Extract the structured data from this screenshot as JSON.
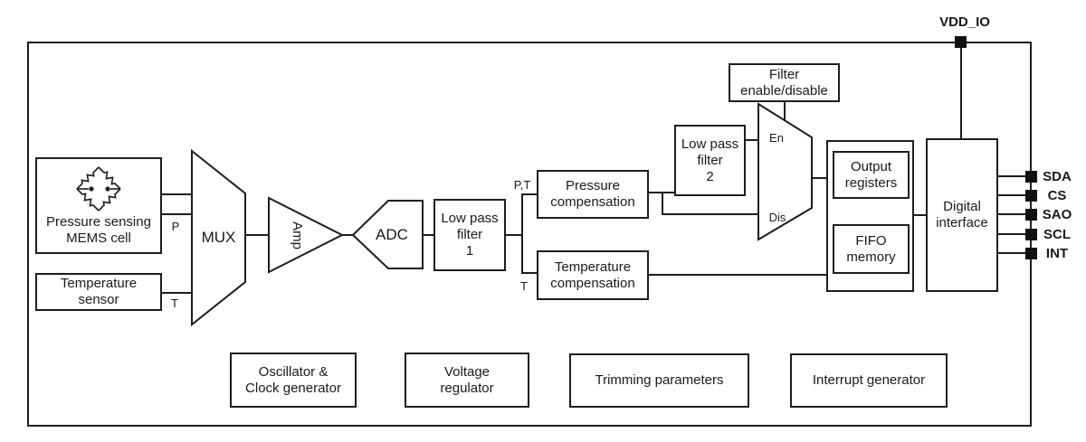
{
  "power": {
    "label": "VDD_IO"
  },
  "pins": [
    {
      "label": "SDA"
    },
    {
      "label": "CS"
    },
    {
      "label": "SAO"
    },
    {
      "label": "SCL"
    },
    {
      "label": "INT"
    }
  ],
  "signals": {
    "p": "P",
    "t": "T",
    "pt": "P,T",
    "t_branch": "T",
    "en": "En",
    "dis": "Dis"
  },
  "blocks": {
    "mems_cell": {
      "lines": [
        "Pressure sensing",
        "MEMS cell"
      ]
    },
    "temp_sensor": {
      "lines": [
        "Temperature",
        "sensor"
      ]
    },
    "mux": {
      "label": "MUX"
    },
    "amp": {
      "label": "Amp"
    },
    "adc": {
      "label": "ADC"
    },
    "lpf1": {
      "lines": [
        "Low pass",
        "filter",
        "1"
      ]
    },
    "pressure_comp": {
      "lines": [
        "Pressure",
        "compensation"
      ]
    },
    "temp_comp": {
      "lines": [
        "Temperature",
        "compensation"
      ]
    },
    "lpf2": {
      "lines": [
        "Low pass",
        "filter",
        "2"
      ]
    },
    "filter_enable": {
      "lines": [
        "Filter",
        "enable/disable"
      ]
    },
    "output_registers": {
      "lines": [
        "Output",
        "registers"
      ]
    },
    "fifo_memory": {
      "lines": [
        "FIFO",
        "memory"
      ]
    },
    "digital_interface": {
      "lines": [
        "Digital",
        "interface"
      ]
    },
    "oscillator": {
      "lines": [
        "Oscillator &",
        "Clock generator"
      ]
    },
    "voltage_regulator": {
      "lines": [
        "Voltage",
        "regulator"
      ]
    },
    "trimming": {
      "lines": [
        "Trimming parameters"
      ]
    },
    "interrupt_gen": {
      "lines": [
        "Interrupt generator"
      ]
    }
  },
  "colors": {
    "line": "#1d1d1d",
    "text": "#1a1a1a",
    "background": "#ffffff",
    "pin_pad": "#111111"
  }
}
